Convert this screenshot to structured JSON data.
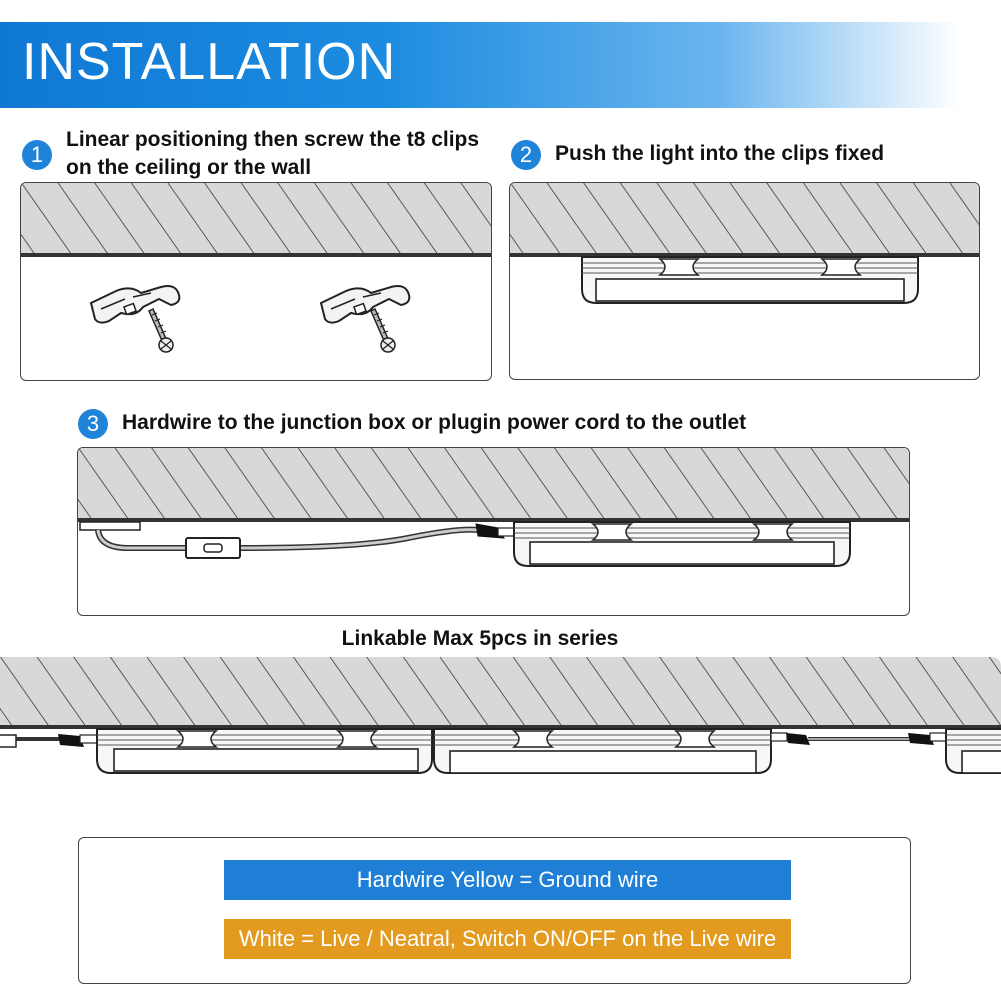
{
  "header": {
    "title": "INSTALLATION"
  },
  "steps": [
    {
      "num": "1",
      "text": "Linear positioning then screw the t8 clips on the ceiling or the wall"
    },
    {
      "num": "2",
      "text": "Push the light into the clips fixed"
    },
    {
      "num": "3",
      "text": "Hardwire to the junction box or plugin power cord to the outlet"
    }
  ],
  "series": {
    "title": "Linkable Max 5pcs in series"
  },
  "legend": {
    "ground": "Hardwire Yellow = Ground wire",
    "live": "White = Live / Neatral, Switch ON/OFF on the Live wire"
  },
  "colors": {
    "accent_blue": "#1f84d9",
    "legend_blue": "#1f7fd6",
    "legend_orange": "#e29a1f",
    "wall_fill": "#d8d8d8",
    "line": "#333333"
  },
  "icons": [
    "t8-clip-icon",
    "screw-icon",
    "switch-icon",
    "plug-icon"
  ]
}
